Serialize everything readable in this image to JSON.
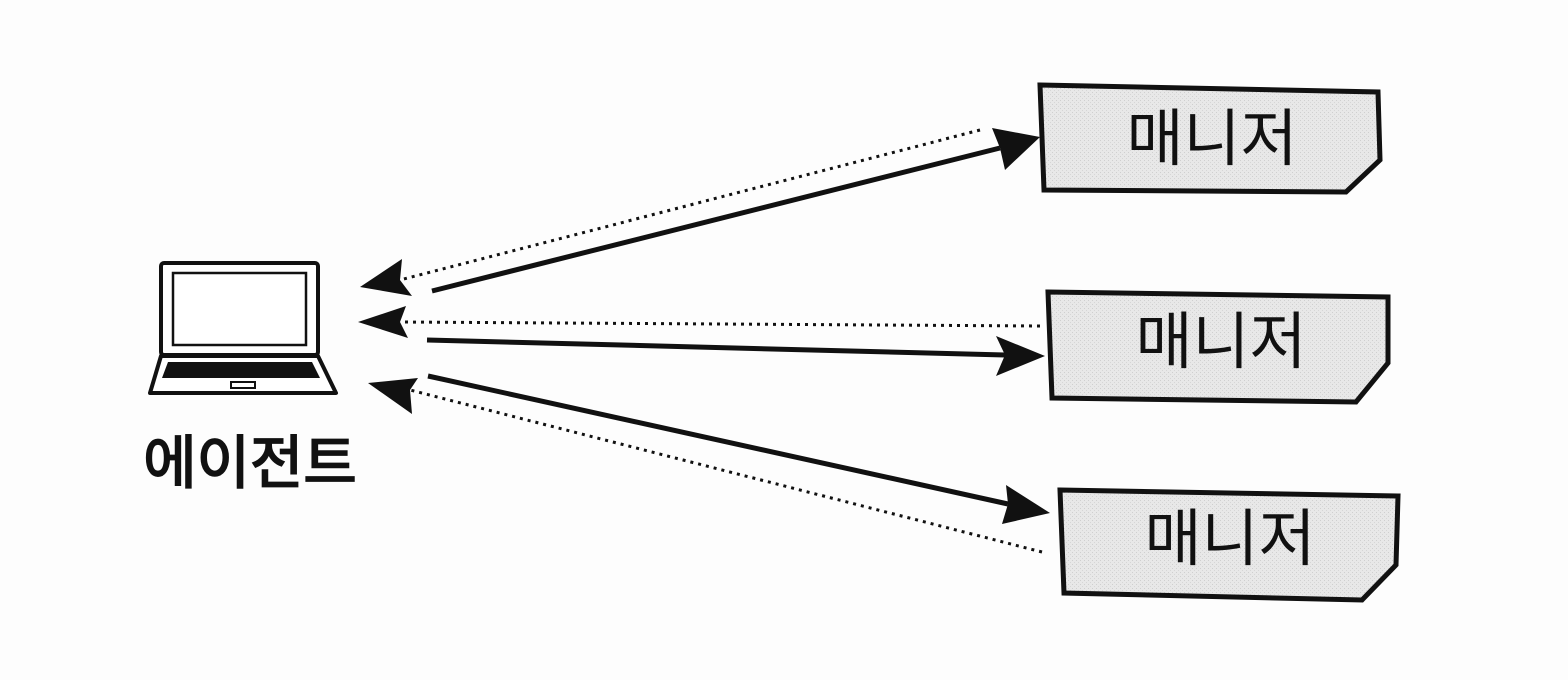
{
  "agent": {
    "label": "에이전트",
    "icon": "laptop-icon"
  },
  "managers": [
    {
      "label": "매니저"
    },
    {
      "label": "매니저"
    },
    {
      "label": "매니저"
    }
  ],
  "connections": [
    {
      "from": "agent",
      "to": "manager-1",
      "style": "solid"
    },
    {
      "from": "manager-1",
      "to": "agent",
      "style": "dotted"
    },
    {
      "from": "agent",
      "to": "manager-2",
      "style": "solid"
    },
    {
      "from": "manager-2",
      "to": "agent",
      "style": "dotted"
    },
    {
      "from": "agent",
      "to": "manager-3",
      "style": "solid"
    },
    {
      "from": "manager-3",
      "to": "agent",
      "style": "dotted"
    }
  ],
  "colors": {
    "stroke": "#111111",
    "box_fill": "#e6e6e6",
    "background": "#fdfdfd"
  }
}
